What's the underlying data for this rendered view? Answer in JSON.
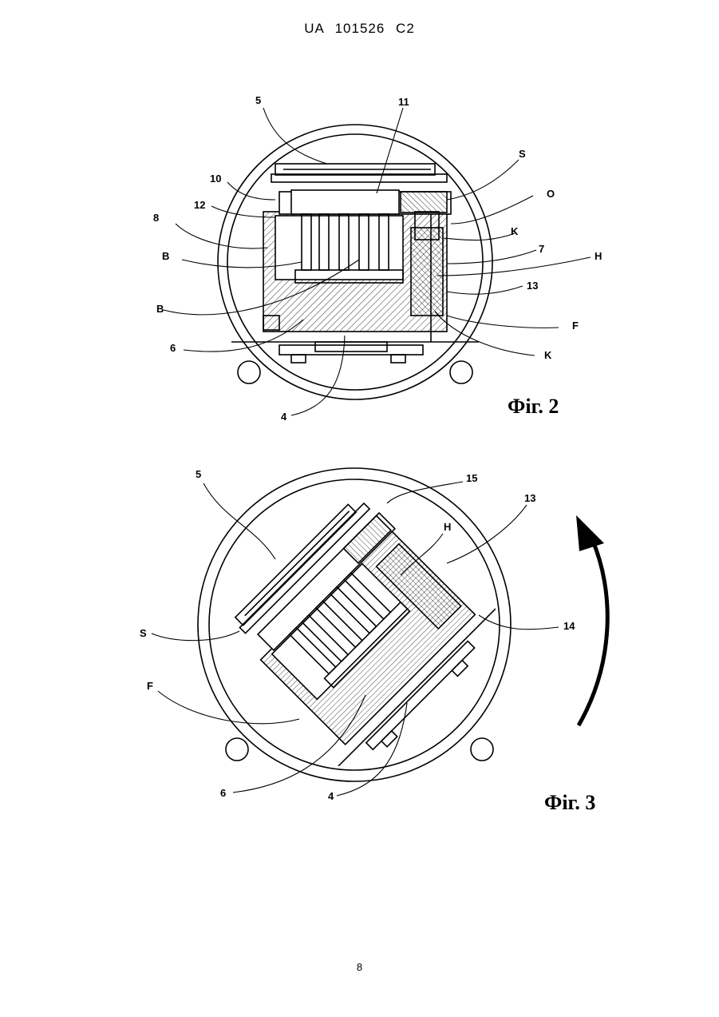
{
  "header": {
    "patent_id": "UA   101526   C2"
  },
  "page_number": "8",
  "fig2": {
    "caption": "Фіг. 2",
    "labels": {
      "l5": "5",
      "l11": "11",
      "lS": "S",
      "l10": "10",
      "l12": "12",
      "lO": "O",
      "l8": "8",
      "lK1": "K",
      "lB1": "B",
      "l7": "7",
      "lH": "H",
      "l13": "13",
      "lB2": "B",
      "lF": "F",
      "l6": "6",
      "lK2": "K",
      "l4": "4"
    }
  },
  "fig3": {
    "caption": "Фіг. 3",
    "labels": {
      "l5": "5",
      "l15": "15",
      "l13": "13",
      "lH": "H",
      "l14": "14",
      "lS": "S",
      "lF": "F",
      "l6": "6",
      "l4": "4"
    }
  }
}
